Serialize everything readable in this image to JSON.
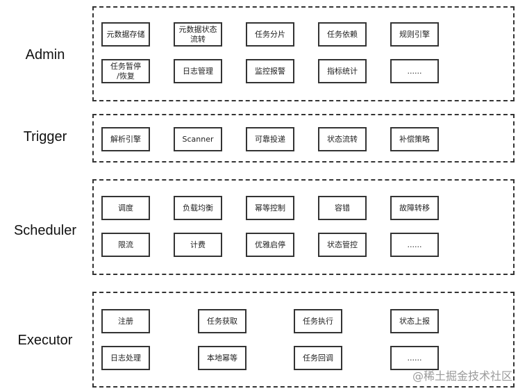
{
  "layers": [
    {
      "name": "Admin",
      "items": [
        [
          "元数据存储",
          "元数据状态\n流转",
          "任务分片",
          "任务依赖",
          "规则引擎"
        ],
        [
          "任务暂停\n/恢复",
          "日志管理",
          "监控报警",
          "指标统计",
          "......"
        ]
      ]
    },
    {
      "name": "Trigger",
      "items": [
        [
          "解析引擎",
          "Scanner",
          "可靠投递",
          "状态流转",
          "补偿策略"
        ]
      ]
    },
    {
      "name": "Scheduler",
      "items": [
        [
          "调度",
          "负载均衡",
          "幂等控制",
          "容错",
          "故障转移"
        ],
        [
          "限流",
          "计费",
          "优雅启停",
          "状态管控",
          "......"
        ]
      ]
    },
    {
      "name": "Executor",
      "items": [
        [
          "注册",
          "任务获取",
          "任务执行",
          "状态上报"
        ],
        [
          "日志处理",
          "本地幂等",
          "任务回调",
          "......"
        ]
      ]
    }
  ],
  "watermark": "@稀土掘金技术社区"
}
